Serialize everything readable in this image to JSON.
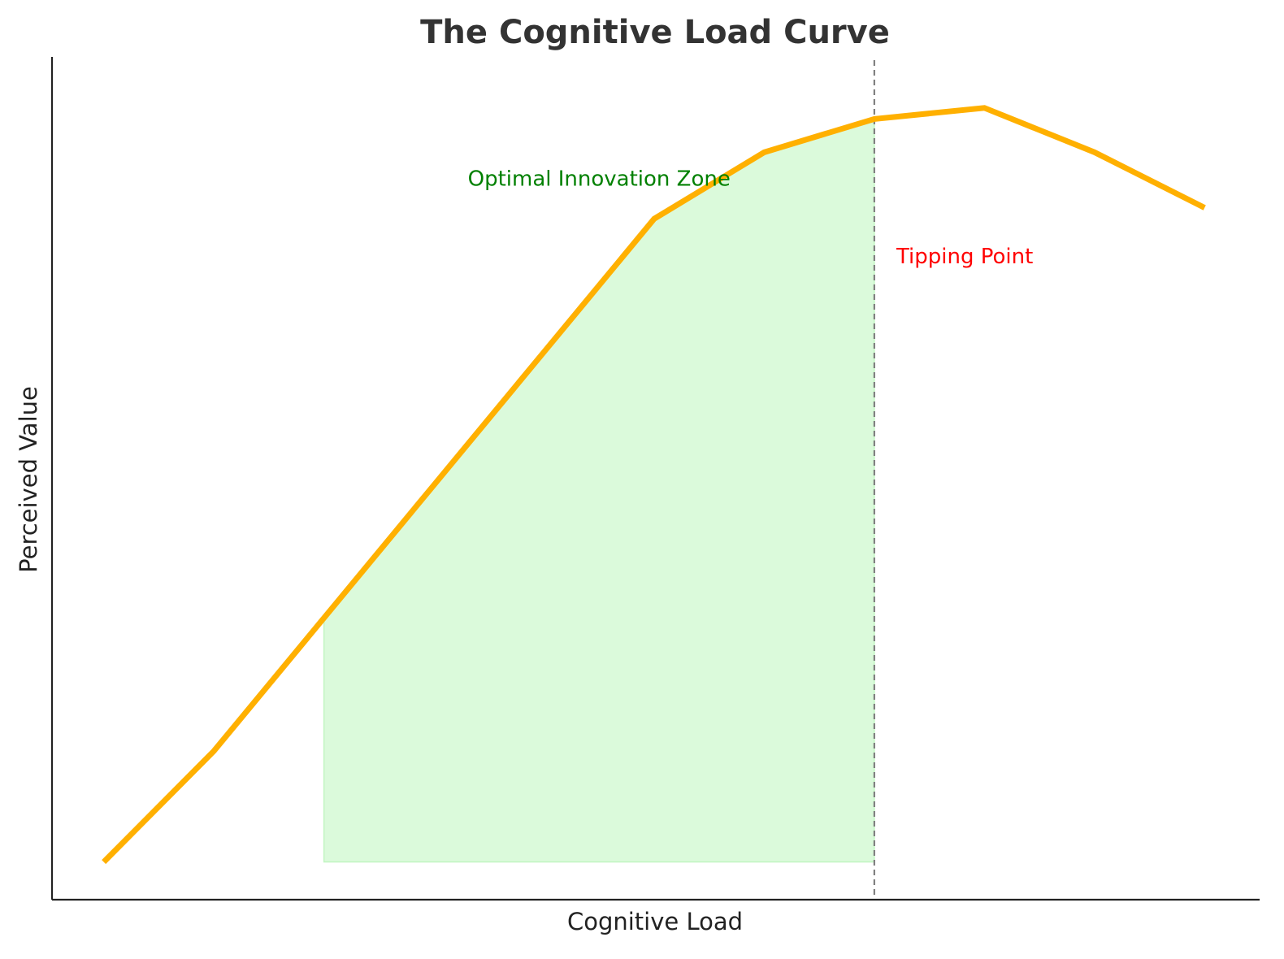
{
  "chart_data": {
    "type": "line",
    "title": "The Cognitive Load Curve",
    "xlabel": "Cognitive Load",
    "ylabel": "Perceived Value",
    "x": [
      1,
      2,
      3,
      4,
      5,
      6,
      7,
      8,
      9,
      10,
      11
    ],
    "series": [
      {
        "values": [
          1.0,
          2.0,
          3.2,
          4.4,
          5.6,
          6.8,
          7.4,
          7.7,
          7.8,
          7.4,
          6.9
        ]
      }
    ],
    "xlim": [
      0.53,
      11.5
    ],
    "ylim": [
      0.66,
      8.26
    ],
    "ticks_shown": false,
    "grid": false,
    "shaded_region": {
      "x_from": 3,
      "x_to": 8,
      "y_base": 1.0,
      "color": "#90EE90"
    },
    "threshold": {
      "x": 8,
      "style": "dashed",
      "color": "#808080"
    },
    "annotations": [
      {
        "text": "Optimal Innovation Zone",
        "x": 5.5,
        "y": 7.1,
        "color": "#008000"
      },
      {
        "text": "Tipping Point",
        "x": 8.2,
        "y": 6.4,
        "color": "#FF0000"
      }
    ],
    "line_color": "#FFB000"
  }
}
